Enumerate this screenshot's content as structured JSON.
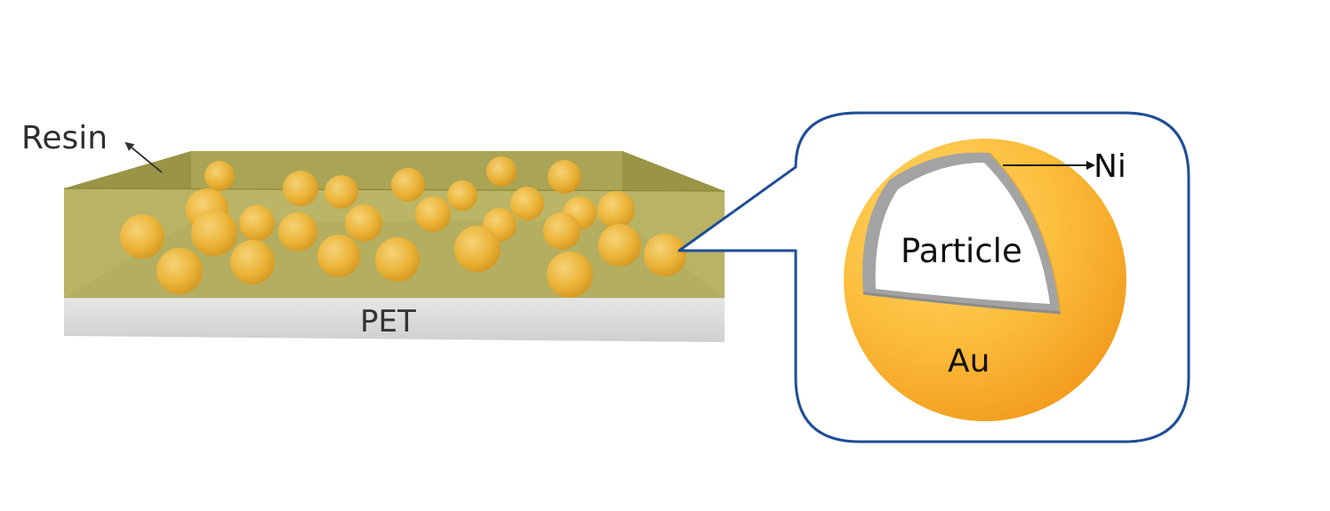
{
  "labels": {
    "resin": "Resin",
    "substrate": "PET",
    "shell_coating": "Ni",
    "core": "Particle",
    "outer_shell": "Au"
  },
  "colors": {
    "resin_fill": "#a8a24c",
    "particle_gold": "#f0b030",
    "substrate_gray": "#d9d9d9",
    "callout_border": "#1f4e96",
    "sphere_gold": "#fbb733",
    "nickel_gray": "#9c9c9c"
  },
  "icons": {
    "resin_arrow": "arrow-up-left-icon",
    "ni_arrow": "arrow-right-icon"
  }
}
